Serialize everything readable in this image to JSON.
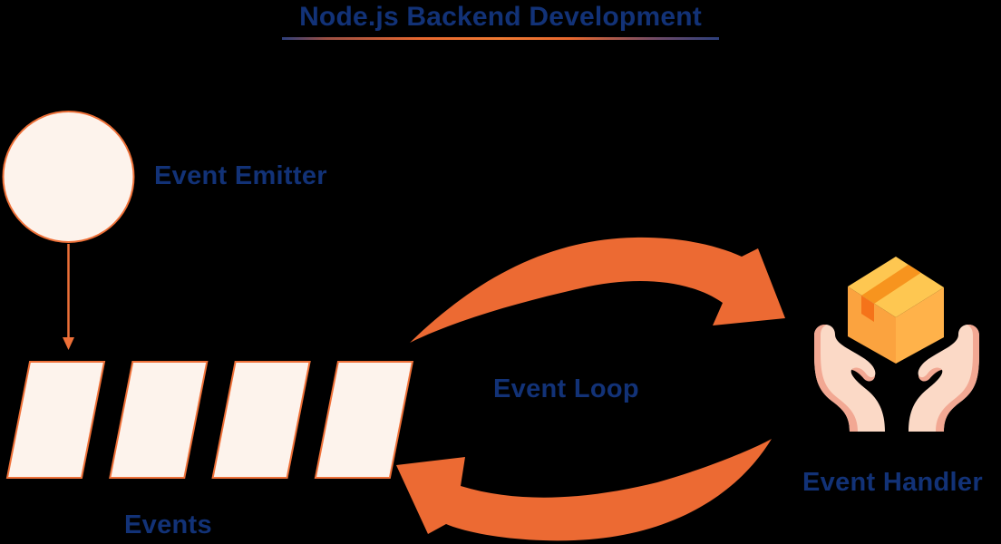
{
  "title": {
    "text": "Node.js Backend Development"
  },
  "labels": {
    "event_emitter": "Event Emitter",
    "events": "Events",
    "event_loop": "Event Loop",
    "event_handler": "Event Handler"
  },
  "diagram": {
    "queue_item_count": 4
  },
  "colors": {
    "background": "#000000",
    "navy_text": "#123277",
    "arrow_orange": "#EC6A33",
    "shape_stroke": "#EE7038",
    "shape_fill": "#FDF3EC",
    "box_top": "#FEC751",
    "box_left": "#FBA33F",
    "box_right": "#FFB24A",
    "box_tape": "#F7941E",
    "box_tab": "#F5731A",
    "hand_light": "#FBD9C6",
    "hand_dark": "#F2A893"
  }
}
